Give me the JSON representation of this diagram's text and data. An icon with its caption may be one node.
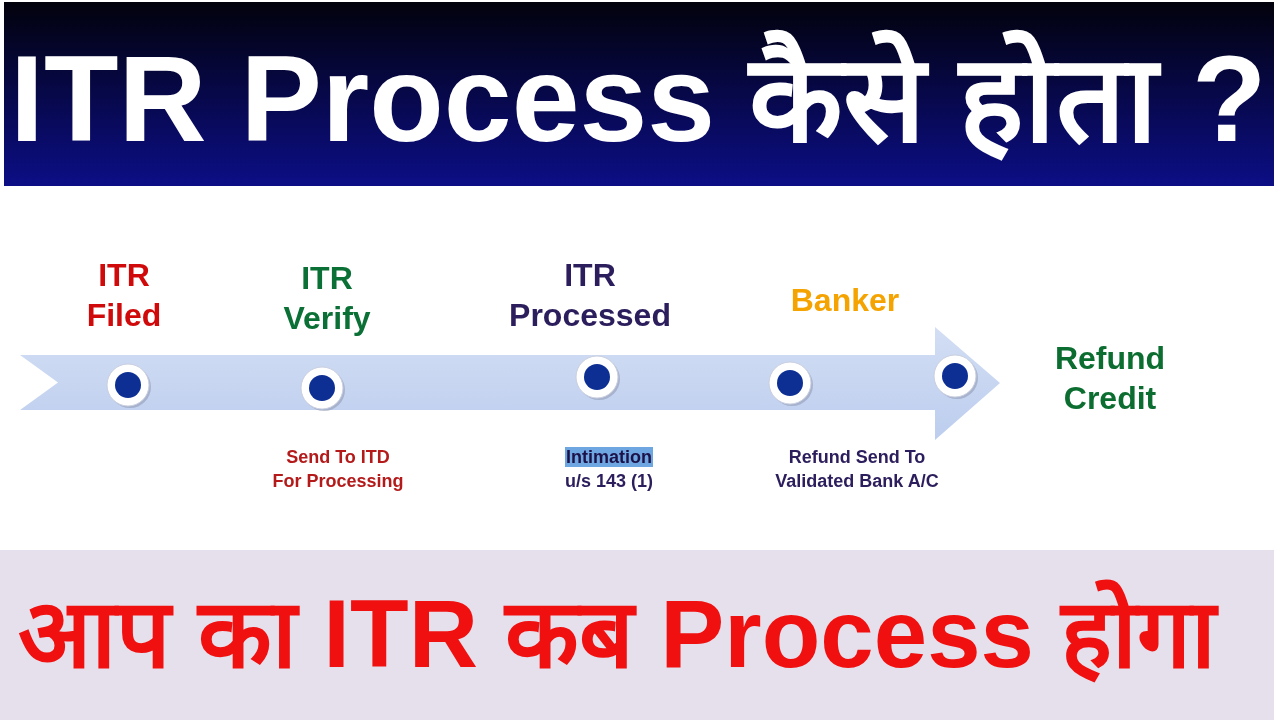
{
  "diagram": {
    "title": "ITR Process कैसे होता ?",
    "caption": "आप का ITR कब Process होगा",
    "nodes": [
      {
        "text": [
          "ITR Filed"
        ]
      },
      {
        "text": [
          "ITR Verify",
          "Send To ITD For Processing"
        ]
      },
      {
        "text": [
          "ITR Processed",
          "Intimation",
          "u/s 143 (1)"
        ]
      },
      {
        "text": [
          "Banker",
          "Refund Send To Validated Bank A/C"
        ]
      },
      {
        "text": [
          "Refund Credit"
        ]
      }
    ]
  }
}
